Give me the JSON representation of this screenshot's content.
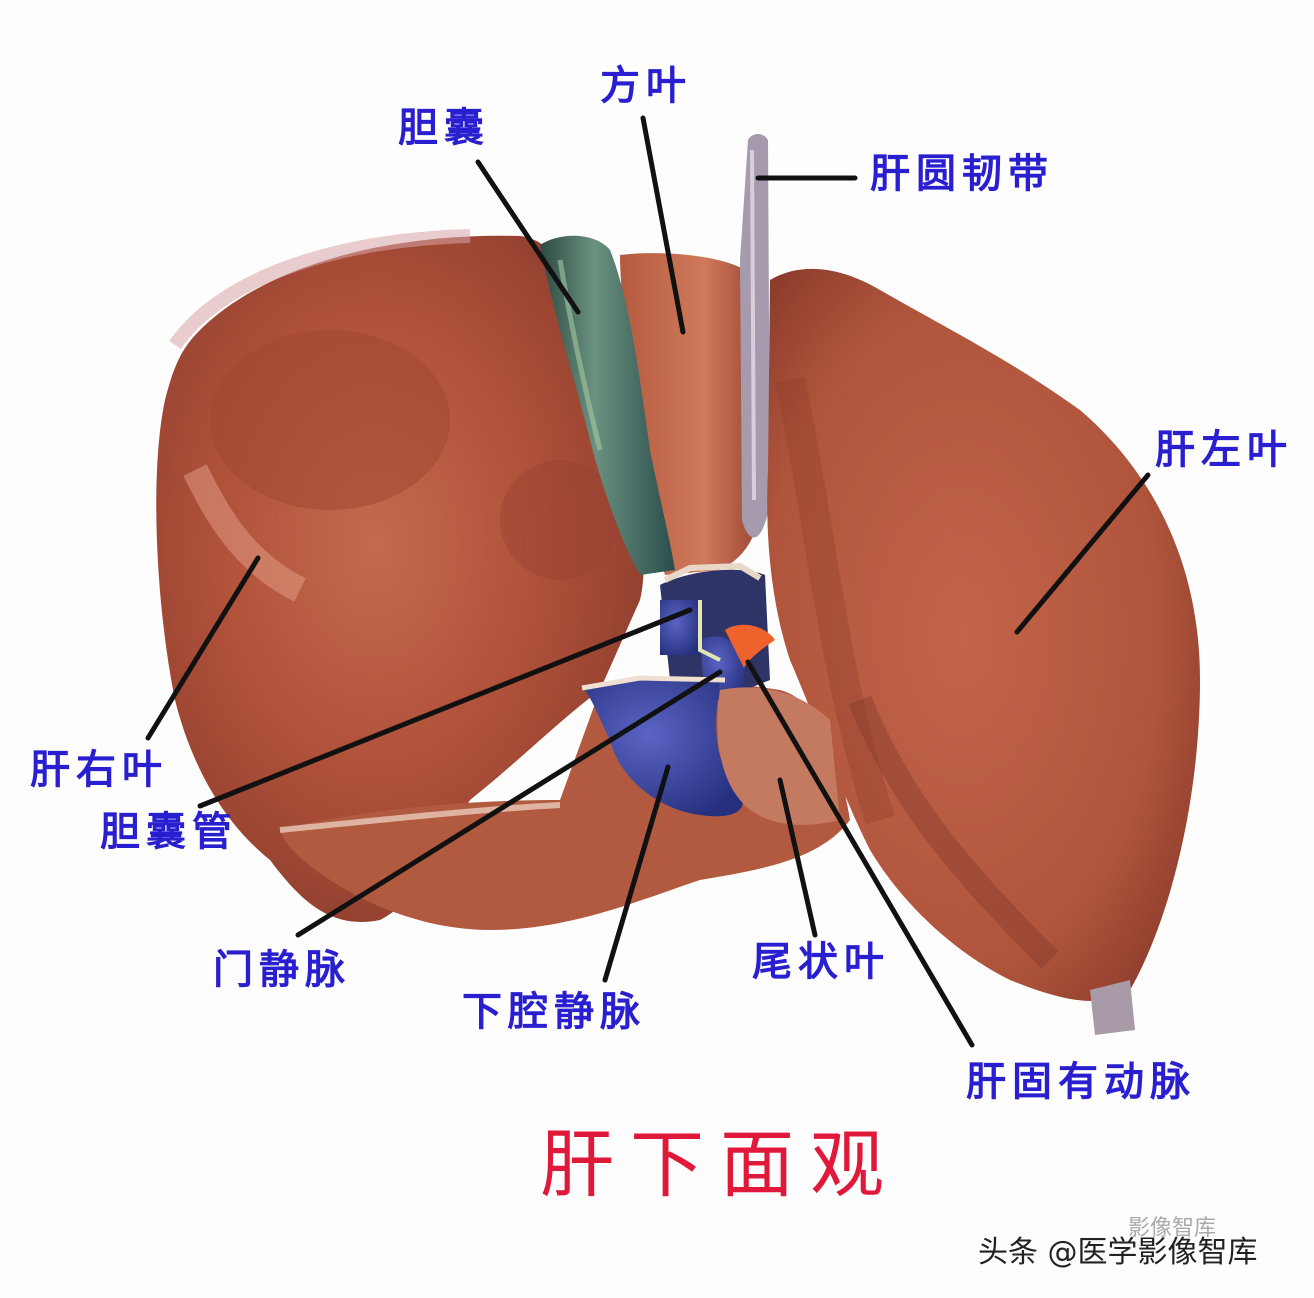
{
  "diagram": {
    "title": "肝下面观",
    "subject": "liver-inferior-surface",
    "colors": {
      "label_text": "#2a1fd0",
      "title_text": "#e0183a",
      "liver_tissue": "#b4553c",
      "gallbladder": "#3f7060",
      "veins": "#2f3aa0",
      "artery": "#f05a28",
      "ligament": "#9a8fa4",
      "leader_lines": "#111111",
      "background": "#fdfdfd"
    },
    "labels": [
      {
        "id": "gallbladder",
        "text": "胆囊"
      },
      {
        "id": "quadrate-lobe",
        "text": "方叶"
      },
      {
        "id": "round-ligament",
        "text": "肝圆韧带"
      },
      {
        "id": "left-lobe",
        "text": "肝左叶"
      },
      {
        "id": "right-lobe",
        "text": "肝右叶"
      },
      {
        "id": "cystic-duct",
        "text": "胆囊管"
      },
      {
        "id": "portal-vein",
        "text": "门静脉"
      },
      {
        "id": "inferior-vena-cava",
        "text": "下腔静脉"
      },
      {
        "id": "caudate-lobe",
        "text": "尾状叶"
      },
      {
        "id": "proper-hepatic-artery",
        "text": "肝固有动脉"
      }
    ]
  },
  "watermark": {
    "text": "头条 @医学影像智库",
    "ghost_text": "影像智库"
  }
}
